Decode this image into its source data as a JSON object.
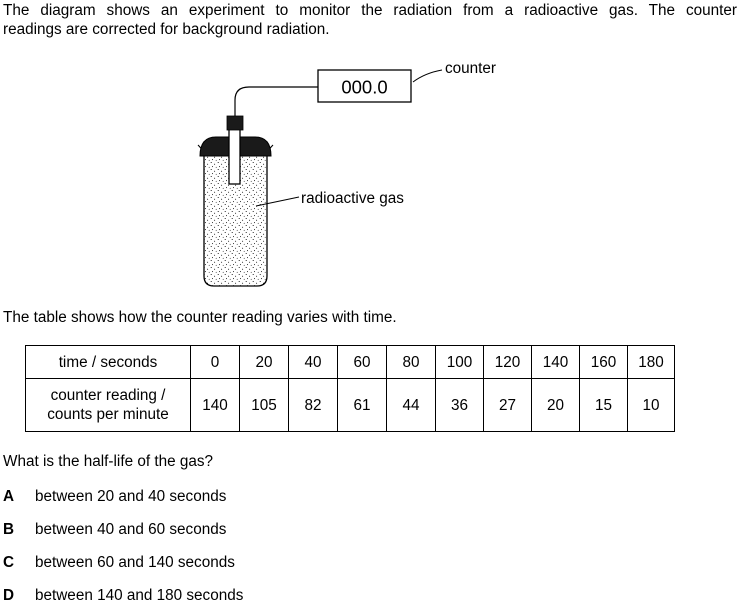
{
  "intro": {
    "line1": "The diagram shows an experiment to monitor the radiation from a radioactive gas. The counter",
    "line2": "readings are corrected for background radiation."
  },
  "diagram": {
    "counter_display": "000.0",
    "counter_label": "counter",
    "gas_label": "radioactive gas"
  },
  "table_intro": "The table shows how the counter reading varies with time.",
  "table": {
    "time_header": "time / seconds",
    "count_header_line1": "counter reading /",
    "count_header_line2": "counts per minute",
    "times": [
      "0",
      "20",
      "40",
      "60",
      "80",
      "100",
      "120",
      "140",
      "160",
      "180"
    ],
    "counts": [
      "140",
      "105",
      "82",
      "61",
      "44",
      "36",
      "27",
      "20",
      "15",
      "10"
    ]
  },
  "question": "What is the half-life of the gas?",
  "options": [
    {
      "letter": "A",
      "text": "between 20 and 40 seconds"
    },
    {
      "letter": "B",
      "text": "between 40 and 60 seconds"
    },
    {
      "letter": "C",
      "text": "between 60 and 140 seconds"
    },
    {
      "letter": "D",
      "text": "between 140 and 180 seconds"
    }
  ]
}
